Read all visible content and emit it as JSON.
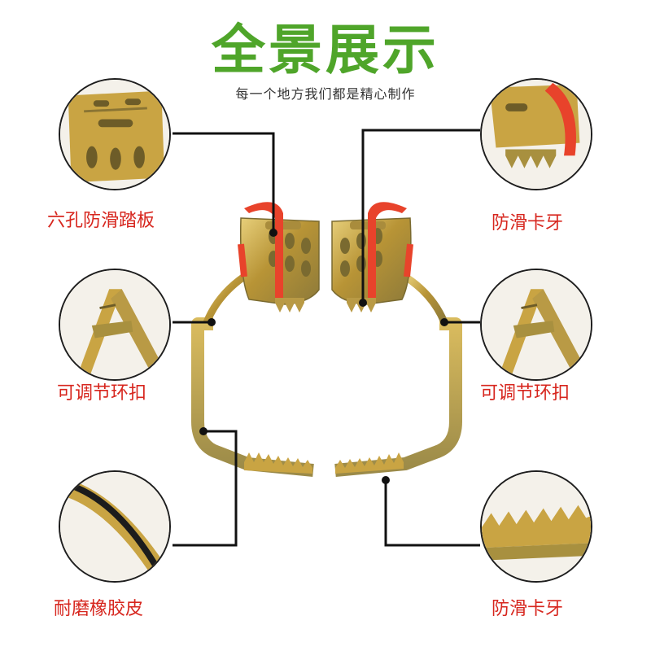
{
  "header": {
    "title": "全景展示",
    "subtitle": "每一个地方我们都是精心制作"
  },
  "callouts": {
    "left": [
      {
        "label": "六孔防滑踏板",
        "icon": "pedal-detail-icon"
      },
      {
        "label": "可调节环扣",
        "icon": "buckle-detail-icon"
      },
      {
        "label": "耐磨橡胶皮",
        "icon": "rubber-strip-detail-icon"
      }
    ],
    "right": [
      {
        "label": "防滑卡牙",
        "icon": "claw-detail-icon"
      },
      {
        "label": "可调节环扣",
        "icon": "buckle-detail-icon"
      },
      {
        "label": "防滑卡牙",
        "icon": "teeth-detail-icon"
      }
    ]
  },
  "colors": {
    "title": "#4fa52a",
    "label": "#d7261e",
    "metal": "#c9a443",
    "strap": "#e8432b",
    "line": "#111111"
  }
}
